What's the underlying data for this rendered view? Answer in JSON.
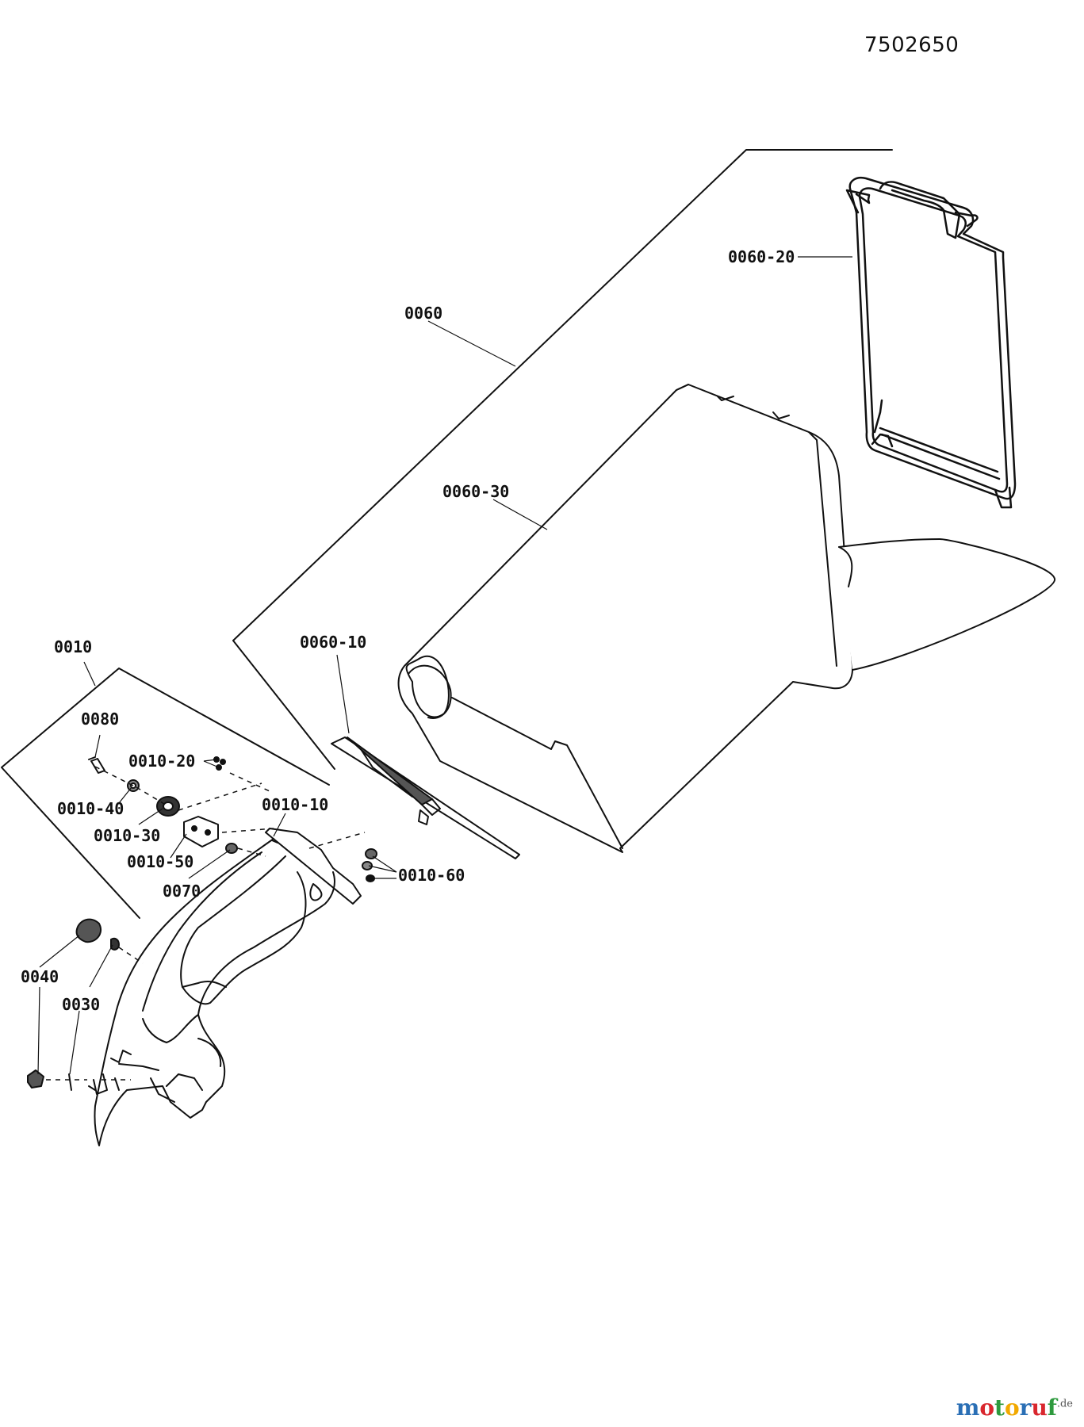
{
  "diagram_number": "7502650",
  "parts": {
    "p0060": "0060",
    "p0060_20": "0060-20",
    "p0060_30": "0060-30",
    "p0060_10": "0060-10",
    "p0010": "0010",
    "p0080": "0080",
    "p0010_20": "0010-20",
    "p0010_40": "0010-40",
    "p0010_30": "0010-30",
    "p0010_10": "0010-10",
    "p0010_50": "0010-50",
    "p0070": "0070",
    "p0010_60": "0010-60",
    "p0040": "0040",
    "p0030": "0030"
  },
  "watermark": {
    "letters": [
      "m",
      "o",
      "t",
      "o",
      "r",
      "u",
      "f"
    ],
    "colors": [
      "#2a6fb5",
      "#d9272e",
      "#2e9a3e",
      "#f2a900",
      "#2a6fb5",
      "#d9272e",
      "#2e9a3e"
    ],
    "suffix": ".de"
  }
}
